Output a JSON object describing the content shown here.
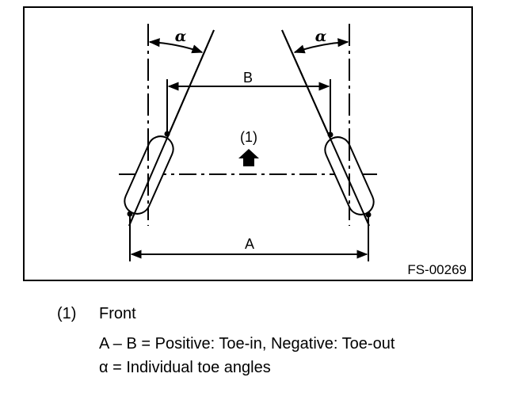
{
  "diagram": {
    "figure_id": "FS-00269",
    "labels": {
      "alpha_left": "α",
      "alpha_right": "α",
      "dim_a": "A",
      "dim_b": "B",
      "front_marker": "(1)"
    }
  },
  "legend": {
    "item_number": "(1)",
    "item_text": "Front",
    "formula": "A – B = Positive: Toe-in, Negative: Toe-out",
    "alpha_note": "α = Individual toe angles"
  },
  "icons": {
    "front_arrow": "up-arrow-icon"
  }
}
